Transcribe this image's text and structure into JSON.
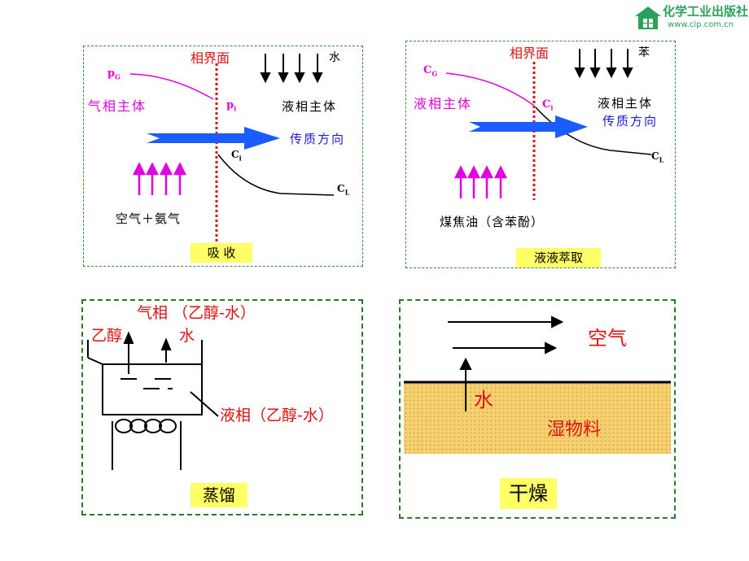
{
  "brand": {
    "name": "化学工业出版社",
    "url": "www.cip.com.cn"
  },
  "colors": {
    "magenta": "#e000e0",
    "red": "#e01010",
    "blue": "#1a5cff",
    "yellow_label": "#ffff66",
    "dashed_green": "#2a7a2a",
    "sand": "#f5d070"
  },
  "panels": {
    "absorption": {
      "interface": "相界面",
      "water": "水",
      "pg": "p",
      "pg_sub": "G",
      "gas_bulk": "气相主体",
      "pi": "p",
      "pi_sub": "i",
      "liquid_bulk": "液相主体",
      "direction": "传质方向",
      "ci": "C",
      "ci_sub": "i",
      "cl": "C",
      "cl_sub": "L",
      "feed": "空气＋氨气",
      "label": "吸 收"
    },
    "extraction": {
      "interface": "相界面",
      "benzene": "苯",
      "cg": "C",
      "cg_sub": "G",
      "phase1": "液相主体",
      "ci": "C",
      "ci_sub": "i",
      "phase2": "液相主体",
      "direction": "传质方向",
      "cl": "C",
      "cl_sub": "L",
      "feed": "煤焦油（含苯酚）",
      "label": "液液萃取"
    },
    "distillation": {
      "vapor": "气相 （乙醇-水）",
      "ethanol": "乙醇",
      "water": "水",
      "liquid": "液相（乙醇-水）",
      "label": "蒸馏"
    },
    "drying": {
      "air": "空气",
      "water": "水",
      "material": "湿物料",
      "label": "干燥"
    }
  }
}
